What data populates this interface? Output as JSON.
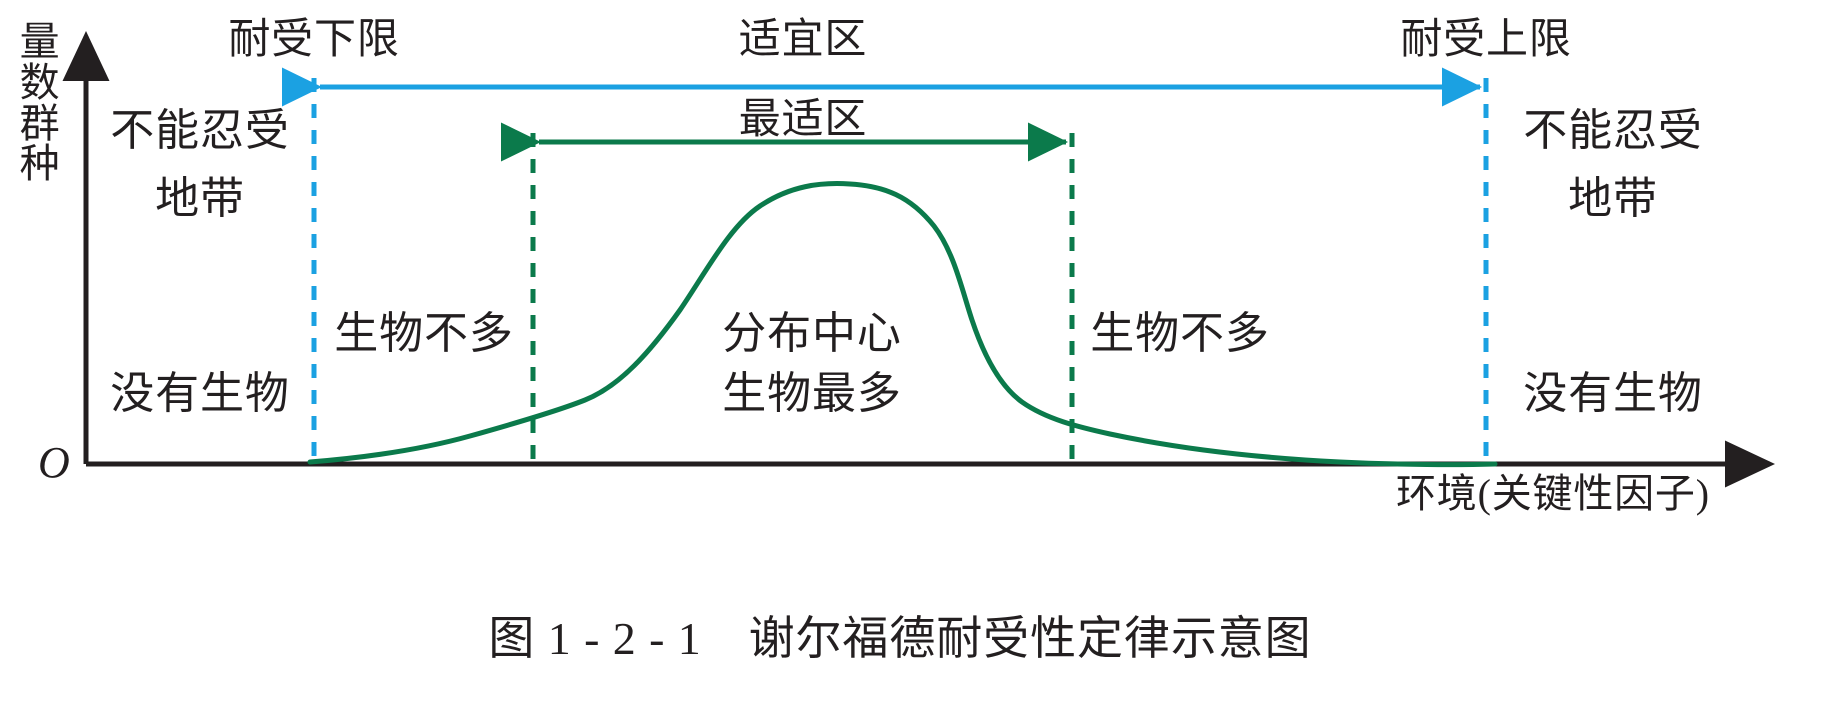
{
  "figure": {
    "caption": "图 1 - 2 - 1　谢尔福德耐受性定律示意图",
    "y_axis_title": "种群数量",
    "x_axis_title": "环境(关键性因子)",
    "origin_label": "O"
  },
  "colors": {
    "curve": "#0b7a4b",
    "tolerance_arrow": "#1ba1e2",
    "tolerance_dash": "#1ba1e2",
    "optimum_arrow": "#0b7a4b",
    "optimum_dash": "#0b7a4b",
    "axis": "#231f20",
    "text": "#231f20",
    "background": "#ffffff"
  },
  "labels": {
    "lower_tolerance_limit": "耐受下限",
    "upper_tolerance_limit": "耐受上限",
    "suitable_zone": "适宜区",
    "optimum_zone": "最适区",
    "intolerable_zone_left_line1": "不能忍受",
    "intolerable_zone_left_line2": "地带",
    "intolerable_zone_right_line1": "不能忍受",
    "intolerable_zone_right_line2": "地带",
    "few_organisms_left": "生物不多",
    "few_organisms_right": "生物不多",
    "distribution_center_line1": "分布中心",
    "distribution_center_line2": "生物最多",
    "no_organisms_left": "没有生物",
    "no_organisms_right": "没有生物"
  },
  "chart_data": {
    "type": "line",
    "title": "图 1 - 2 - 1　谢尔福德耐受性定律示意图",
    "xlabel": "环境(关键性因子)",
    "ylabel": "种群数量",
    "grid": false,
    "legend": "none",
    "series": [
      {
        "name": "种群数量",
        "color": "#0b7a4b",
        "description": "bell-shaped tolerance curve, flat-topped plateau near the optimum zone",
        "x": [
          0.0,
          0.06,
          0.13,
          0.2,
          0.27,
          0.32,
          0.37,
          0.42,
          0.47,
          0.5,
          0.55,
          0.6,
          0.64,
          0.68,
          0.73,
          0.8,
          0.88,
          1.0
        ],
        "y": [
          0.0,
          0.03,
          0.07,
          0.12,
          0.22,
          0.35,
          0.58,
          0.8,
          0.93,
          0.97,
          0.96,
          0.9,
          0.72,
          0.45,
          0.27,
          0.16,
          0.08,
          0.0
        ]
      }
    ],
    "markers": [
      {
        "name": "耐受下限",
        "type": "vertical-dashed-line",
        "x": 0.17,
        "color": "#1ba1e2"
      },
      {
        "name": "最适区左界",
        "type": "vertical-dashed-line",
        "x": 0.33,
        "color": "#0b7a4b"
      },
      {
        "name": "最适区右界",
        "type": "vertical-dashed-line",
        "x": 0.7,
        "color": "#0b7a4b"
      },
      {
        "name": "耐受上限",
        "type": "vertical-dashed-line",
        "x": 0.86,
        "color": "#1ba1e2"
      }
    ],
    "spans": [
      {
        "name": "适宜区",
        "type": "double-arrow",
        "from": 0.17,
        "to": 0.86,
        "color": "#1ba1e2"
      },
      {
        "name": "最适区",
        "type": "double-arrow",
        "from": 0.33,
        "to": 0.7,
        "color": "#0b7a4b"
      }
    ],
    "zones": [
      {
        "label": "不能忍受地带",
        "side": "left"
      },
      {
        "label": "生物不多",
        "side": "left-inner"
      },
      {
        "label": "分布中心 生物最多",
        "side": "center"
      },
      {
        "label": "生物不多",
        "side": "right-inner"
      },
      {
        "label": "不能忍受地带",
        "side": "right"
      }
    ]
  }
}
